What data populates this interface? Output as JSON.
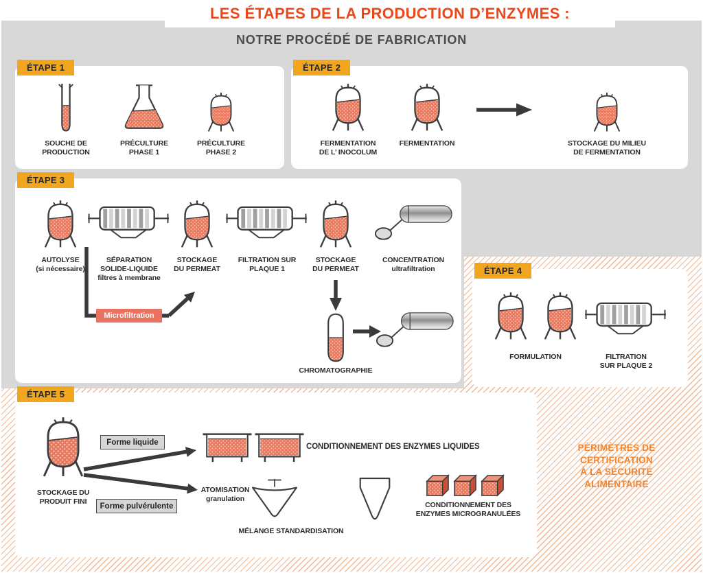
{
  "title": "LES ÉTAPES DE LA PRODUCTION D’ENZYMES :",
  "subtitle": "NOTRE PROCÉDÉ DE FABRICATION",
  "colors": {
    "accent_red": "#E8481C",
    "step_tab_yellow": "#F2A51F",
    "enzyme_salmon": "#E97A5F",
    "microfiltration_bg": "#E97160",
    "certification_orange": "#F1862F",
    "background_gray": "#D8D8D8"
  },
  "step1": {
    "label": "ÉTAPE 1",
    "items": [
      "SOUCHE DE\nPRODUCTION",
      "PRÉCULTURE\nPHASE 1",
      "PRÉCULTURE\nPHASE 2"
    ]
  },
  "step2": {
    "label": "ÉTAPE 2",
    "items": [
      "FERMENTATION\nDE L’ INOCOLUM",
      "FERMENTATION",
      "STOCKAGE DU MILIEU\nDE FERMENTATION"
    ]
  },
  "step3": {
    "label": "ÉTAPE 3",
    "items": [
      "AUTOLYSE\n(si nécessaire)",
      "SÉPARATION\nSOLIDE-LIQUIDE\nfiltres à membrane",
      "STOCKAGE\nDU PERMEAT",
      "FILTRATION SUR\nPLAQUE 1",
      "STOCKAGE\nDU PERMEAT",
      "CONCENTRATION\nultrafiltration",
      "CHROMATOGRAPHIE"
    ],
    "microfiltration": "Microfiltration"
  },
  "step4": {
    "label": "ÉTAPE 4",
    "items": [
      "FORMULATION",
      "FILTRATION\nSUR PLAQUE 2"
    ]
  },
  "step5": {
    "label": "ÉTAPE 5",
    "storage": "STOCKAGE DU\nPRODUIT FINI",
    "forme_liquide": "Forme liquide",
    "forme_pulverulente": "Forme pulvérulente",
    "cond_liquides": "CONDITIONNEMENT DES ENZYMES LIQUIDES",
    "atomisation": "ATOMISATION\ngranulation",
    "melange": "MÉLANGE STANDARDISATION",
    "cond_micro": "CONDITIONNEMENT DES\nENZYMES MICROGRANULÉES"
  },
  "certification": "PÉRIMÈTRES DE\nCERTIFICATION\nÀ LA SÉCURITÉ\nALIMENTAIRE"
}
